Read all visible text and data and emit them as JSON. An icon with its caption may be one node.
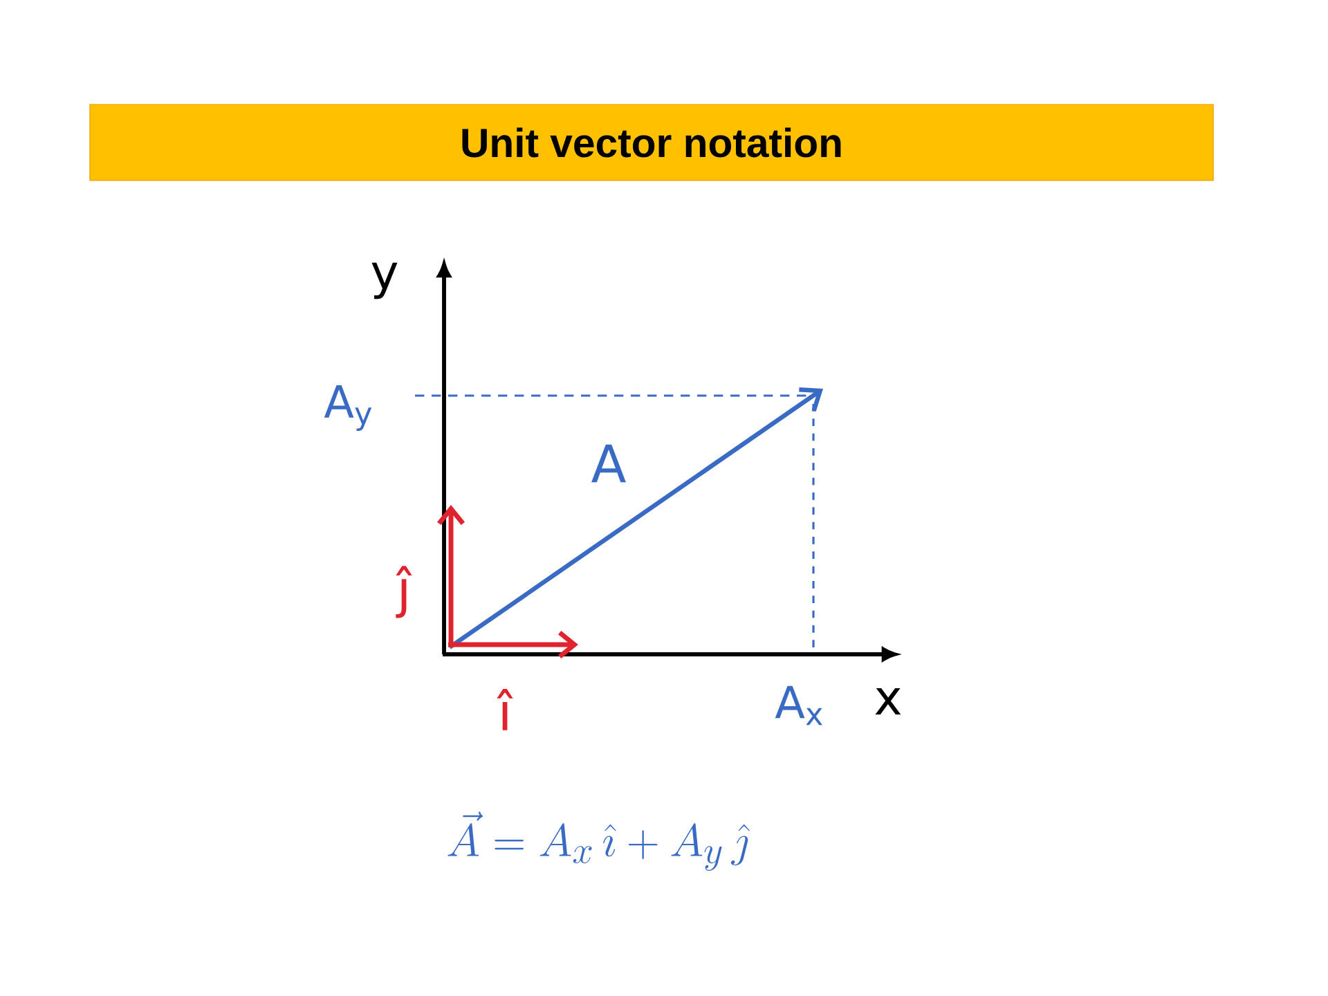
{
  "diagram": {
    "title": "Unit vector notation",
    "labels": [
      "y",
      "A$_{y}$",
      "A",
      "ĵ",
      "î",
      "A$_{x}$",
      "x",
      "\\vec{A} = A_{x}\\,\\hat{\\imath} + A_{y}\\,\\hat{\\jmath}"
    ]
  }
}
